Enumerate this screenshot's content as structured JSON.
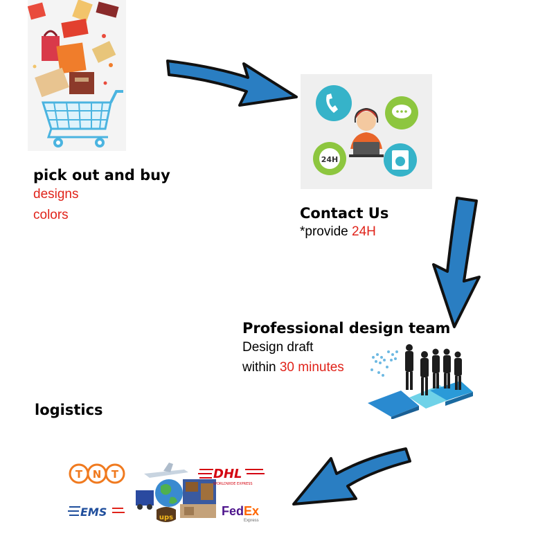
{
  "step1": {
    "title": "pick out and buy",
    "line1": "designs",
    "line2": "colors"
  },
  "step2": {
    "title": "Contact Us",
    "line1_prefix": "*provide ",
    "line1_highlight": "24H"
  },
  "step3": {
    "title": "Professional design team",
    "line1": "Design draft",
    "line2_prefix": "within ",
    "line2_highlight": "30 minutes"
  },
  "step4": {
    "title": "logistics",
    "carriers": [
      "TNT",
      "DHL",
      "EMS",
      "ups",
      "FedEx"
    ],
    "dhl_tagline": "WORLDWIDE EXPRESS",
    "fedex_sub": "Express"
  },
  "contact_badge": "24H",
  "colors": {
    "arrow_fill": "#2a7ec2",
    "arrow_stroke": "#111111",
    "highlight": "#e0231a",
    "tnt": "#f07a1f",
    "dhl": "#d40511",
    "ems": "#1f4e9c",
    "fedex_purple": "#4d148c",
    "fedex_orange": "#ff6600",
    "ups_brown": "#5a3a1c",
    "ups_gold": "#f4b81c"
  }
}
